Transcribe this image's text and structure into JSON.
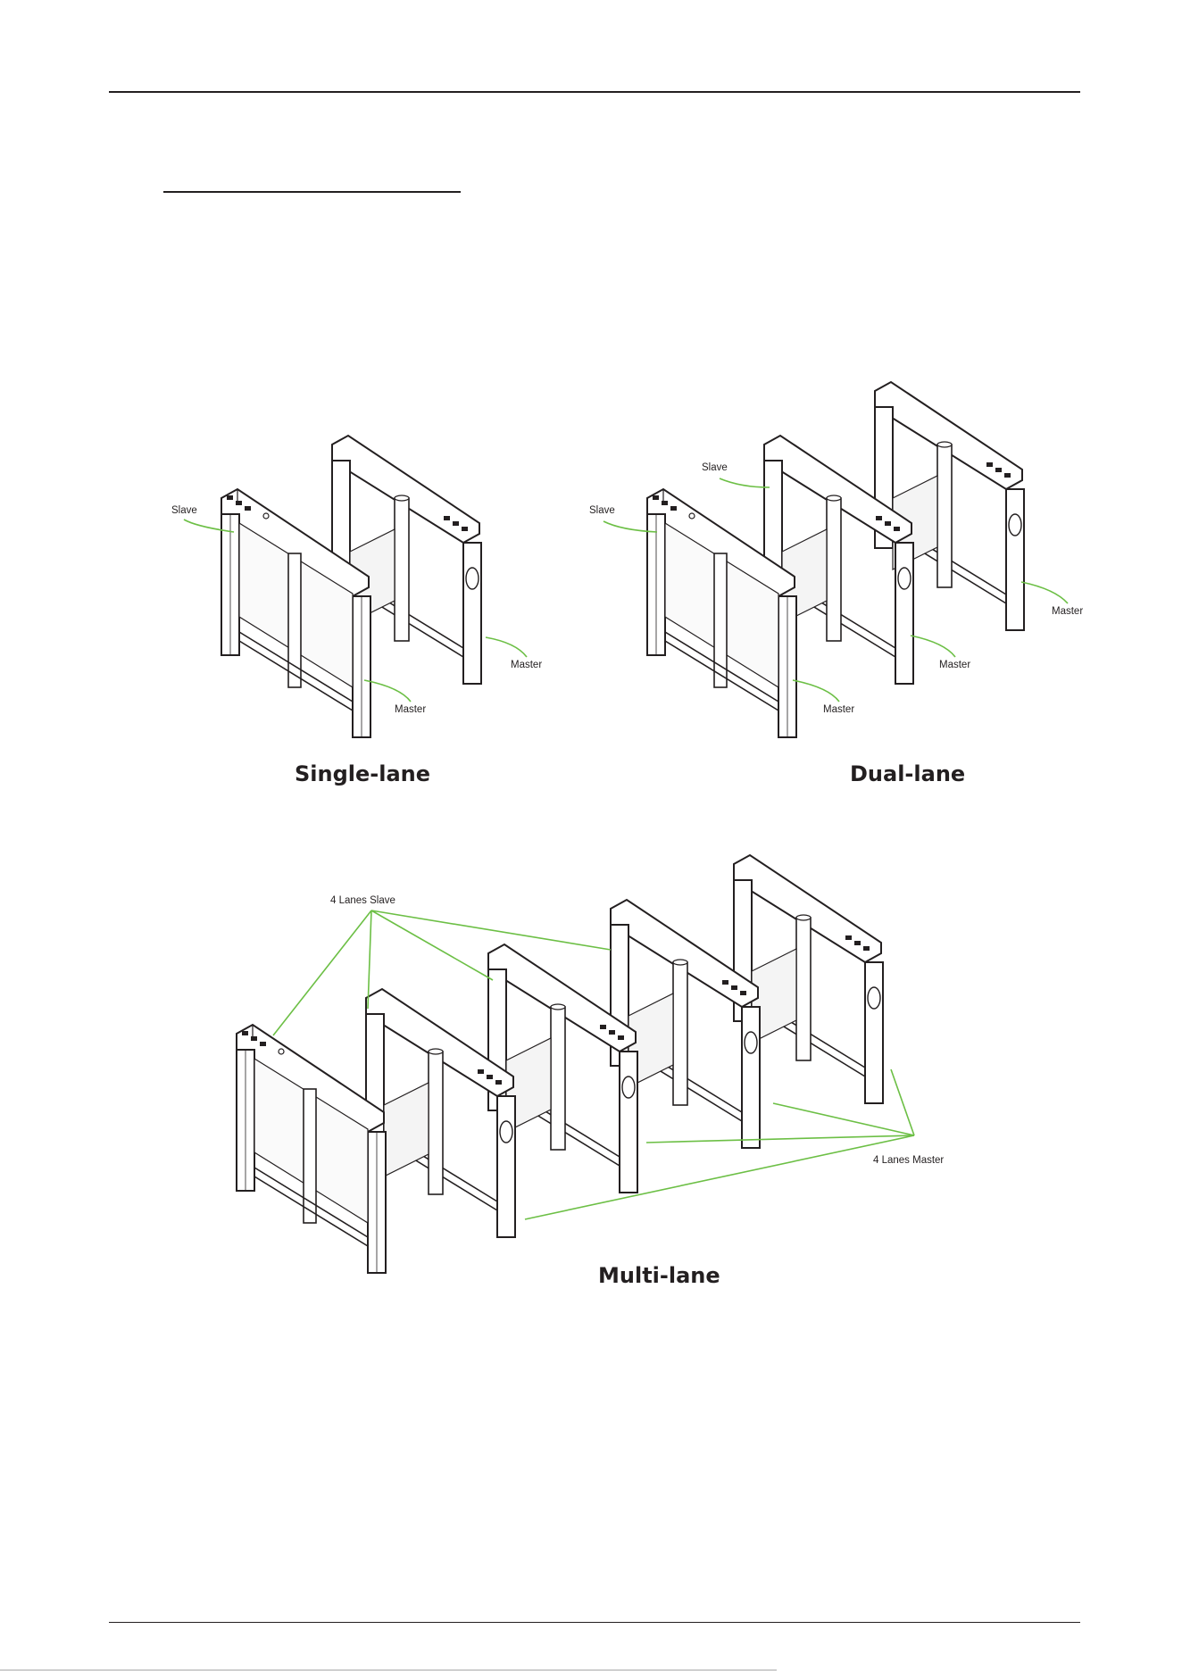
{
  "document": {
    "figures": [
      {
        "id": "single-lane",
        "caption": "Single-lane",
        "labels": [
          "Slave",
          "Master",
          "Master"
        ]
      },
      {
        "id": "dual-lane",
        "caption": "Dual-lane",
        "labels": [
          "Slave",
          "Slave",
          "Master",
          "Master",
          "Master"
        ]
      },
      {
        "id": "multi-lane",
        "caption": "Multi-lane",
        "labels": [
          "4 Lanes Slave",
          "4 Lanes Master"
        ]
      }
    ]
  },
  "colors": {
    "text": "#231f20",
    "leader_lines": "#6cbf45",
    "rules": "#231f20"
  }
}
